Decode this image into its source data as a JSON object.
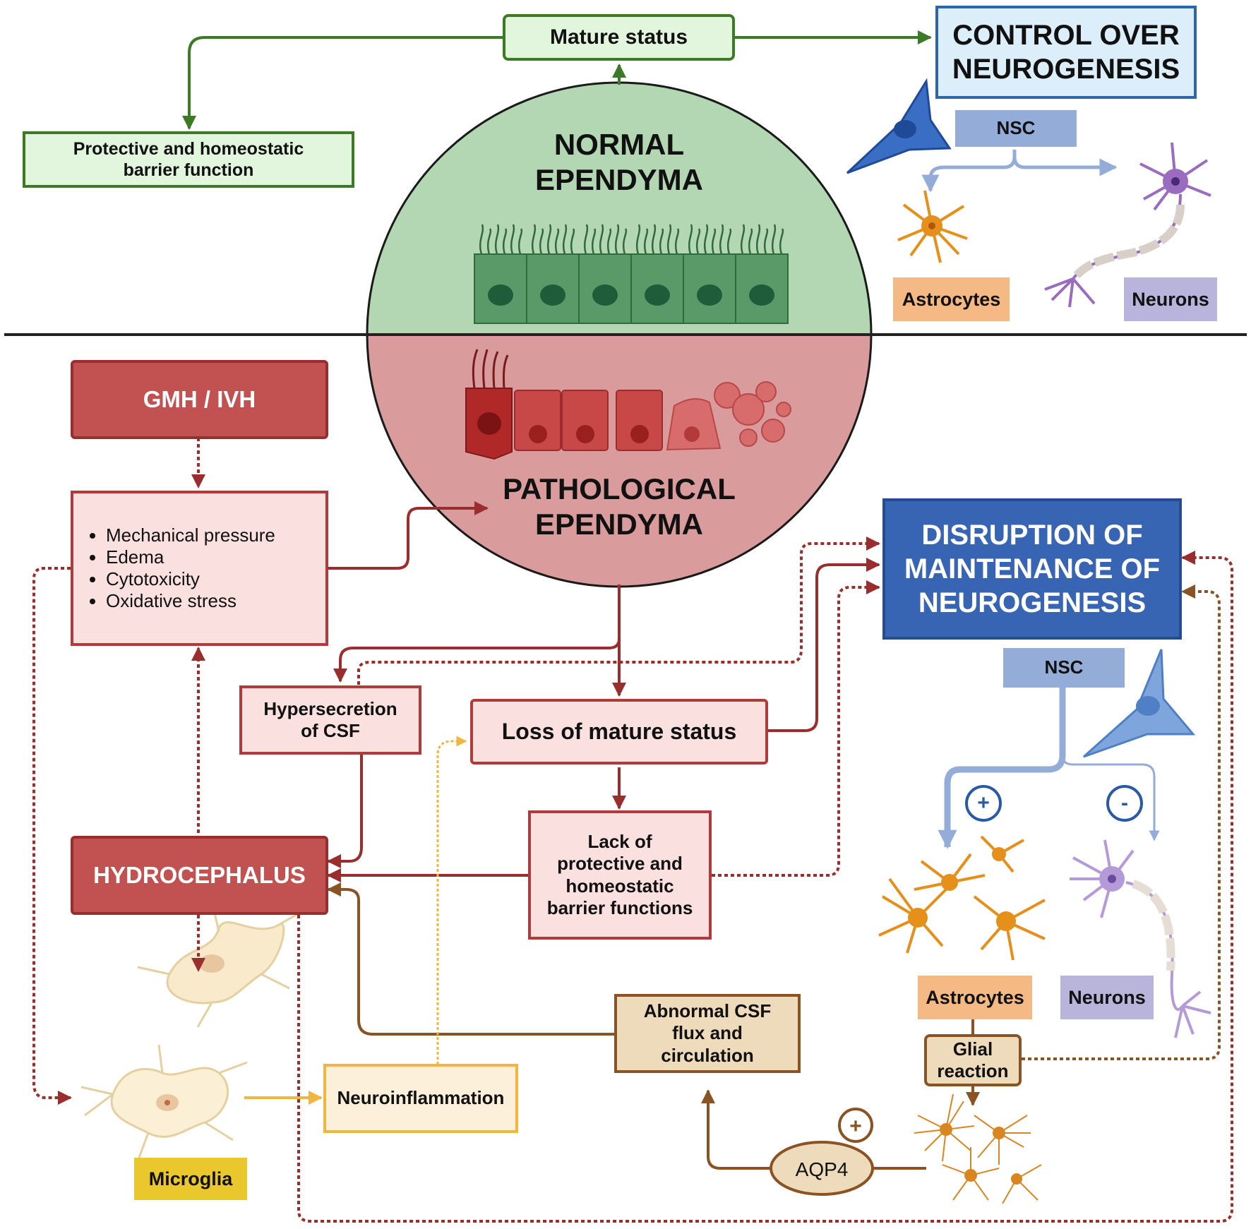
{
  "top": {
    "mature_status": "Mature status",
    "protective_barrier": "Protective and homeostatic barrier function",
    "control_neurogenesis": "CONTROL OVER NEUROGENESIS",
    "nsc": "NSC",
    "astrocytes": "Astrocytes",
    "neurons": "Neurons"
  },
  "circle": {
    "normal_title": "NORMAL EPENDYMA",
    "pathological_title": "PATHOLOGICAL EPENDYMA",
    "normal_color": "#b3d7b3",
    "pathological_color": "#d99b9b"
  },
  "bottom": {
    "gmh_ivh": "GMH / IVH",
    "insults": [
      "Mechanical pressure",
      "Edema",
      "Cytotoxicity",
      "Oxidative stress"
    ],
    "hypersecretion": "Hypersecretion of CSF",
    "loss_mature": "Loss of mature status",
    "lack_barrier": "Lack of protective and homeostatic barrier functions",
    "hydrocephalus": "HYDROCEPHALUS",
    "disruption": "DISRUPTION OF MAINTENANCE OF NEUROGENESIS",
    "nsc": "NSC",
    "plus": "+",
    "minus": "-",
    "astrocytes": "Astrocytes",
    "neurons": "Neurons",
    "glial_reaction": "Glial reaction",
    "abnormal_csf": "Abnormal CSF flux and circulation",
    "neuroinflammation": "Neuroinflammation",
    "microglia": "Microglia",
    "aqp4": "AQP4",
    "aqp4_sign": "+"
  },
  "colors": {
    "green": "#3d7a25",
    "dark_red": "#9a2d2d",
    "brown": "#8a5324",
    "yellow": "#f0b63f",
    "nsc_blue": "#93acd8",
    "disruption_blue": "#3764b3"
  }
}
